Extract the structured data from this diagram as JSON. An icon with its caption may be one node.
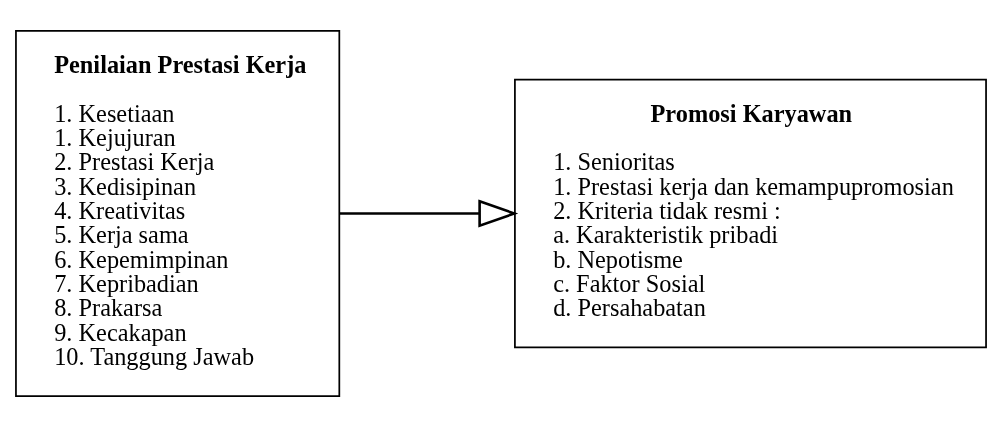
{
  "diagram": {
    "nodes": [
      {
        "text": [
          "Penilaian Prestasi Kerja",
          "1. Kesetiaan",
          "1. Kejujuran",
          "2. Prestasi Kerja",
          "3. Kedisipinan",
          "4. Kreativitas",
          "5. Kerja sama",
          "6. Kepemimpinan",
          "7. Kepribadian",
          "8. Prakarsa",
          "9. Kecakapan",
          "10. Tanggung Jawab"
        ]
      },
      {
        "text": [
          "Promosi Karyawan",
          "1. Senioritas",
          "1. Prestasi kerja dan kemampupromosian",
          "2. Kriteria tidak resmi :",
          "a. Karakteristik pribadi",
          "b. Nepotisme",
          "c. Faktor Sosial",
          "d. Persahabatan"
        ]
      }
    ],
    "edges": [
      {
        "from": 0,
        "to": 1,
        "arrow": "to"
      }
    ]
  }
}
